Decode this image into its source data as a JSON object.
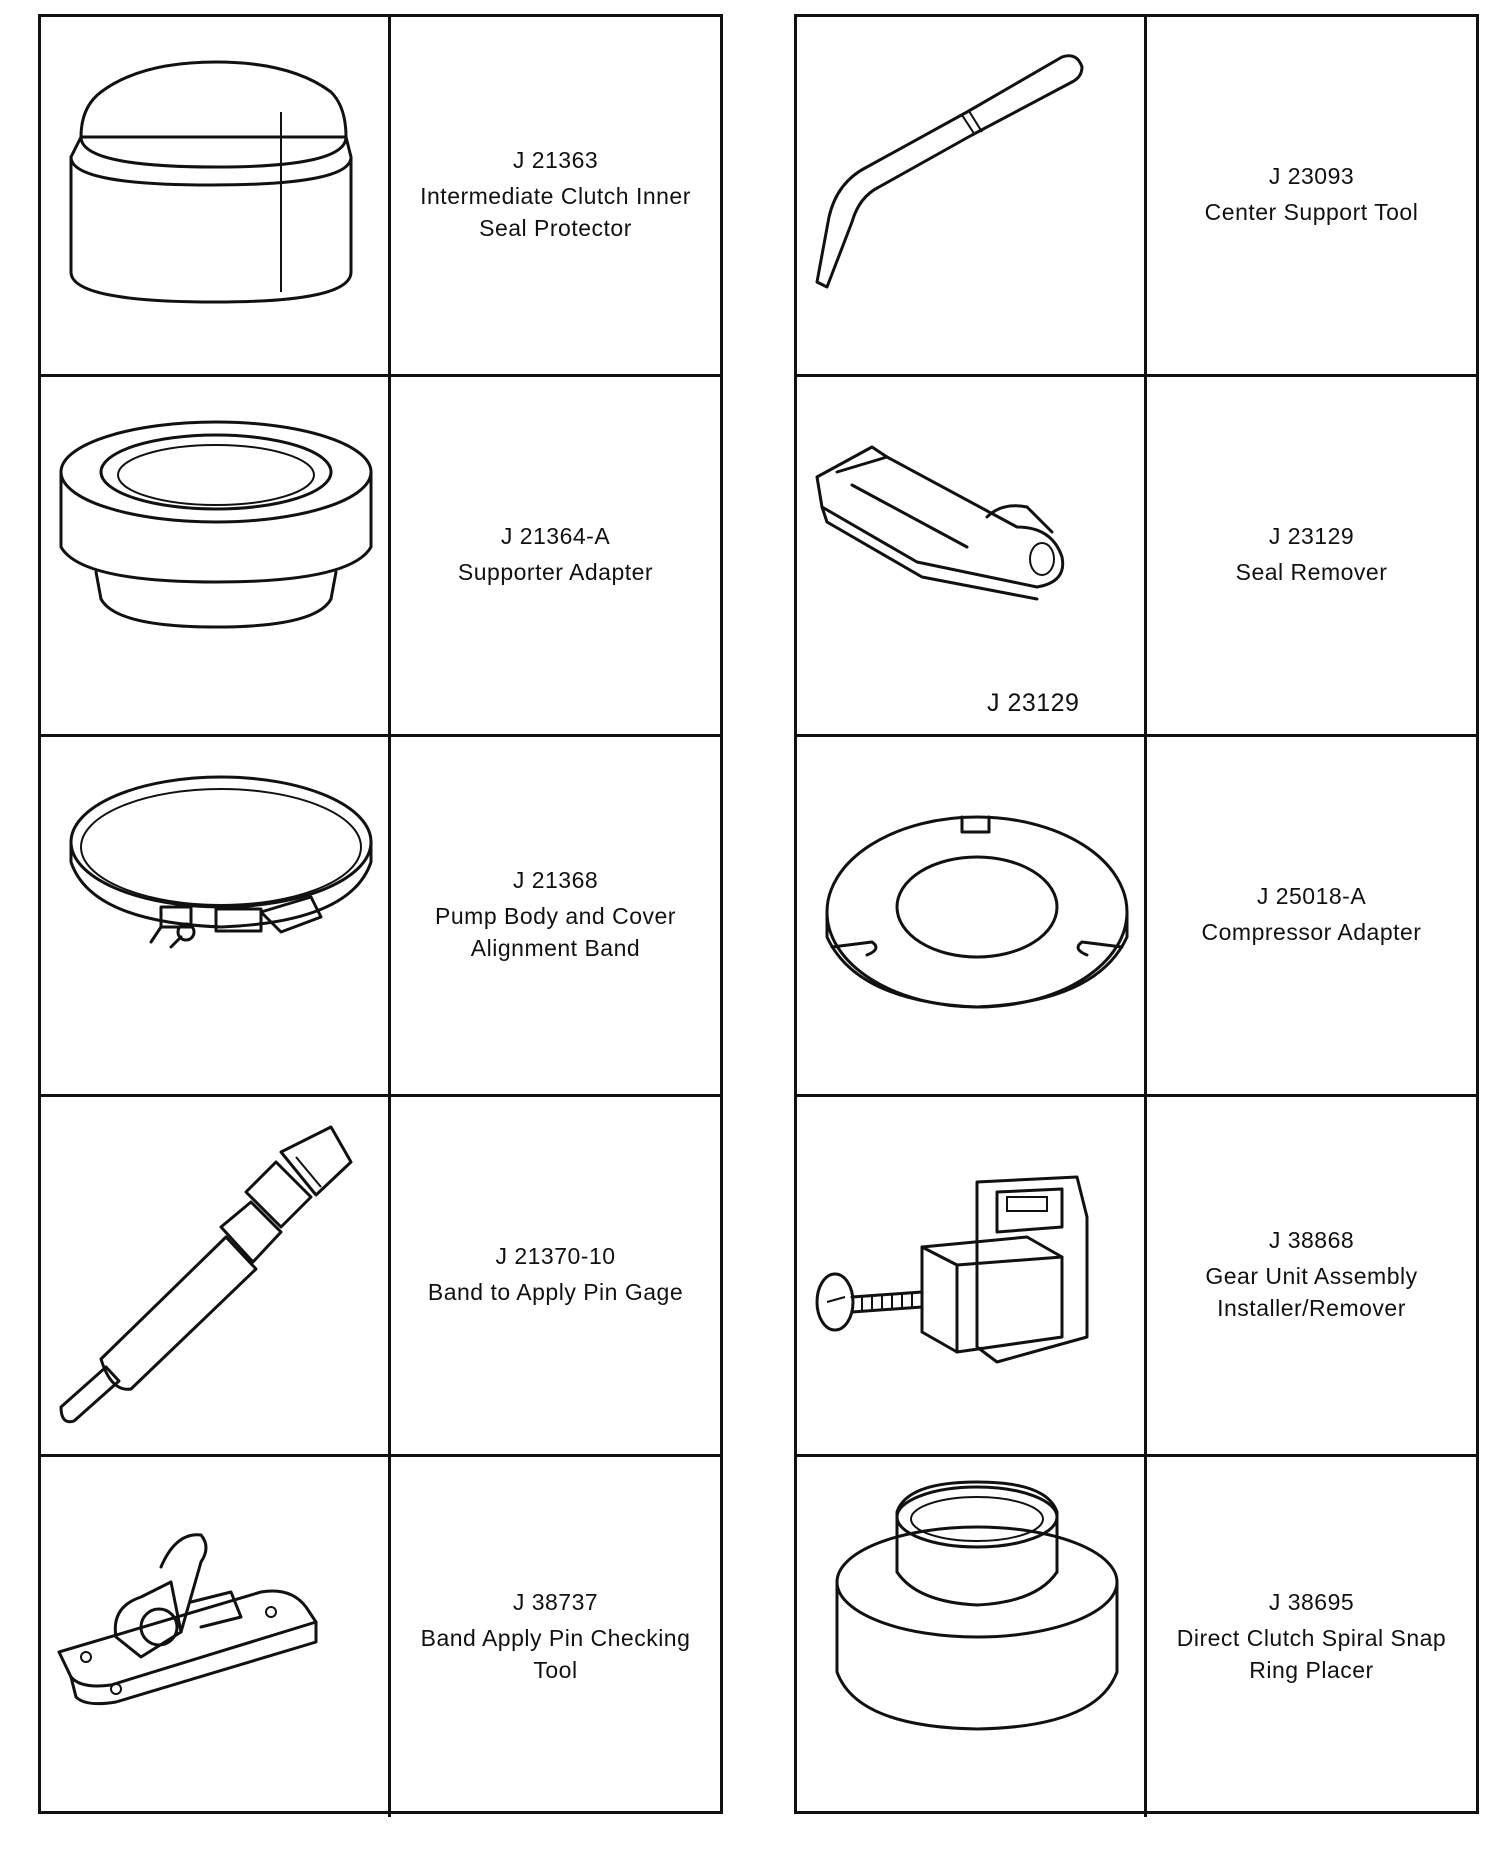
{
  "left_table": [
    {
      "number": "J 21363",
      "name": "Intermediate Clutch Inner Seal Protector",
      "icon": "seal-protector-icon"
    },
    {
      "number": "J 21364-A",
      "name": "Supporter Adapter",
      "icon": "supporter-adapter-icon"
    },
    {
      "number": "J 21368",
      "name": "Pump Body and Cover Alignment Band",
      "icon": "alignment-band-icon"
    },
    {
      "number": "J 21370-10",
      "name": "Band to Apply Pin Gage",
      "icon": "pin-gage-icon"
    },
    {
      "number": "J 38737",
      "name": "Band Apply Pin Checking Tool",
      "icon": "pin-checking-tool-icon"
    }
  ],
  "right_table": [
    {
      "number": "J 23093",
      "name": "Center Support Tool",
      "icon": "center-support-tool-icon"
    },
    {
      "number": "J 23129",
      "name": "Seal Remover",
      "icon": "seal-remover-icon",
      "figure_label": "J 23129"
    },
    {
      "number": "J 25018-A",
      "name": "Compressor Adapter",
      "icon": "compressor-adapter-icon"
    },
    {
      "number": "J 38868",
      "name": "Gear Unit Assembly Installer/Remover",
      "icon": "gear-unit-installer-icon"
    },
    {
      "number": "J 38695",
      "name": "Direct Clutch Spiral Snap Ring Placer",
      "icon": "snap-ring-placer-icon"
    }
  ]
}
